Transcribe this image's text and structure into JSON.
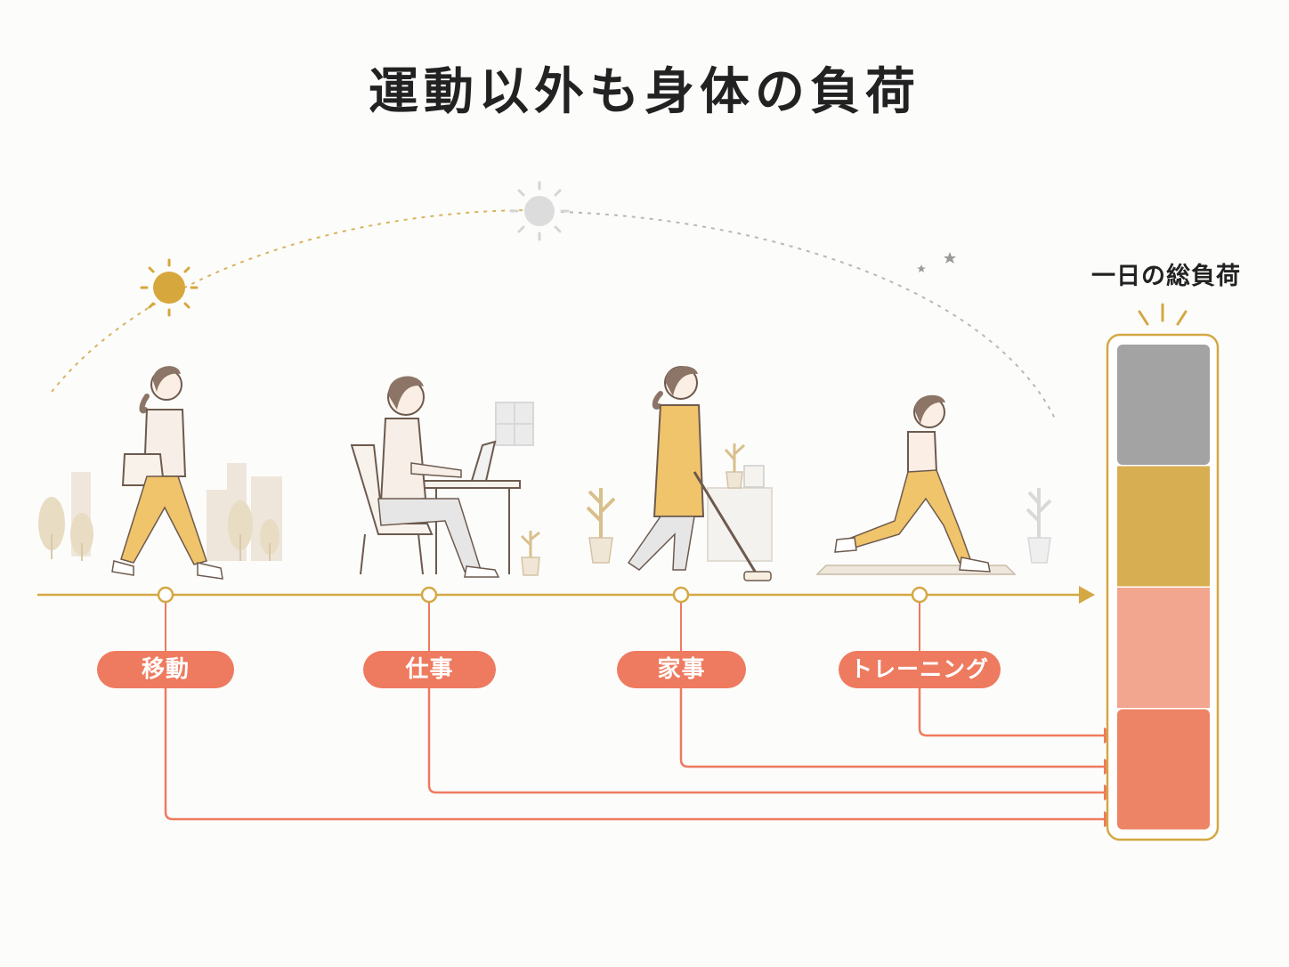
{
  "title": "運動以外も身体の負荷",
  "total_label": "一日の総負荷",
  "activities": [
    {
      "label": "移動",
      "scene": "walking-woman-city"
    },
    {
      "label": "仕事",
      "scene": "desk-laptop-work"
    },
    {
      "label": "家事",
      "scene": "vacuum-cleaning"
    },
    {
      "label": "トレーニング",
      "scene": "lunge-training"
    }
  ],
  "sky_icons": [
    "sun-icon",
    "pale-sun-icon",
    "moon-icon"
  ],
  "load_bar_segments": [
    {
      "color": "#a3a3a3"
    },
    {
      "color": "#d8ae52"
    },
    {
      "color": "#f2a58f"
    },
    {
      "color": "#ee8466"
    }
  ],
  "colors": {
    "accent_gold": "#d4a843",
    "label_coral": "#ee7a5f",
    "text": "#222222"
  }
}
